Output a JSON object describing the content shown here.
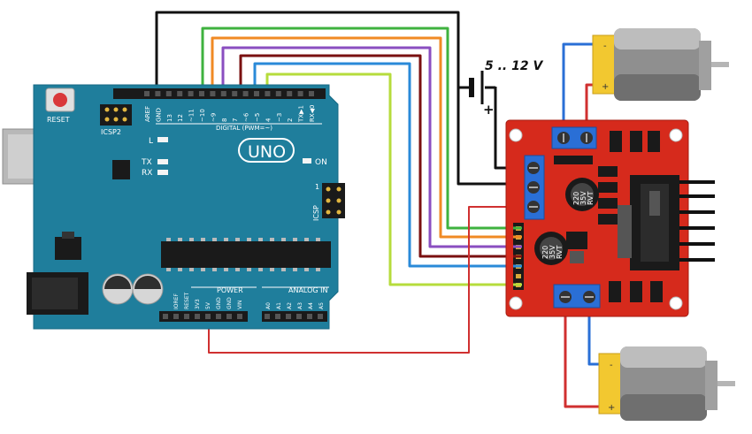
{
  "arduino": {
    "reset_label": "RESET",
    "icsp2_label": "ICSP2",
    "icsp_label": "ICSP",
    "led_l_label": "L",
    "led_tx_label": "TX",
    "led_rx_label": "RX",
    "on_label": "ON",
    "digital_label": "DIGITAL (PWM=~)",
    "uno_logo": "UNO",
    "power_label": "POWER",
    "analog_label": "ANALOG IN",
    "digital_pins": [
      "AREF",
      "GND",
      "13",
      "12",
      "~11",
      "~10",
      "~9",
      "8",
      "7",
      "~6",
      "~5",
      "4",
      "~3",
      "2",
      "TX▶1",
      "RX◀0"
    ],
    "power_pins": [
      "IOREF",
      "RESET",
      "3V3",
      "5V",
      "GND",
      "GND",
      "VIN"
    ],
    "analog_pins": [
      "A0",
      "A1",
      "A2",
      "A3",
      "A4",
      "A5"
    ],
    "icsp_number": "1"
  },
  "driver": {
    "cap1_text": [
      "220",
      "35V",
      "RVT"
    ],
    "cap2_text": [
      "220",
      "35V",
      "RVT"
    ]
  },
  "battery": {
    "voltage_label": "5 .. 12 V",
    "plus_sign": "+"
  },
  "motors": {
    "pin_minus": "-",
    "pin_plus": "+"
  },
  "colors": {
    "board_blue": "#1f7e9c",
    "driver_red": "#d62a1c",
    "wire_black": "#111111",
    "wire_green1": "#3fb23f",
    "wire_orange": "#f08a24",
    "wire_purple": "#8a4ec0",
    "wire_darkred": "#7a1010",
    "wire_blue": "#2a8ad8",
    "wire_lime": "#b6dc3c",
    "wire_red": "#d03030",
    "motor_yellow": "#f2c830",
    "terminal_blue": "#2a6fd6"
  }
}
